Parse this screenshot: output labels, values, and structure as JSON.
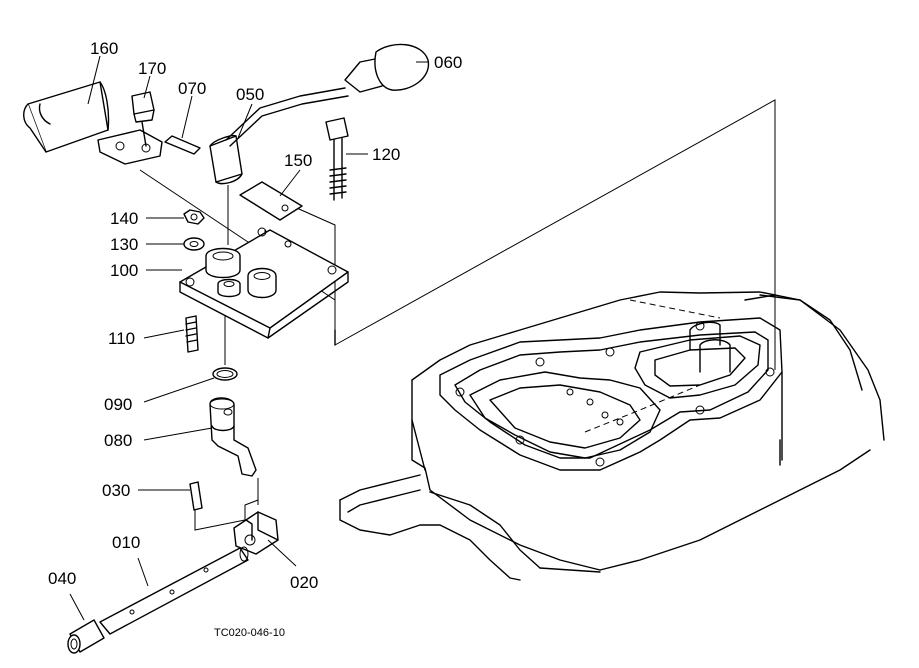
{
  "parts": [
    {
      "id": "p160",
      "number": "160"
    },
    {
      "id": "p170",
      "number": "170"
    },
    {
      "id": "p070",
      "number": "070"
    },
    {
      "id": "p050",
      "number": "050"
    },
    {
      "id": "p060",
      "number": "060"
    },
    {
      "id": "p120",
      "number": "120"
    },
    {
      "id": "p150",
      "number": "150"
    },
    {
      "id": "p140",
      "number": "140"
    },
    {
      "id": "p130",
      "number": "130"
    },
    {
      "id": "p100",
      "number": "100"
    },
    {
      "id": "p110",
      "number": "110"
    },
    {
      "id": "p090",
      "number": "090"
    },
    {
      "id": "p080",
      "number": "080"
    },
    {
      "id": "p030",
      "number": "030"
    },
    {
      "id": "p010",
      "number": "010"
    },
    {
      "id": "p020",
      "number": "020"
    },
    {
      "id": "p040",
      "number": "040"
    }
  ],
  "figure_code": "TC020-046-10"
}
